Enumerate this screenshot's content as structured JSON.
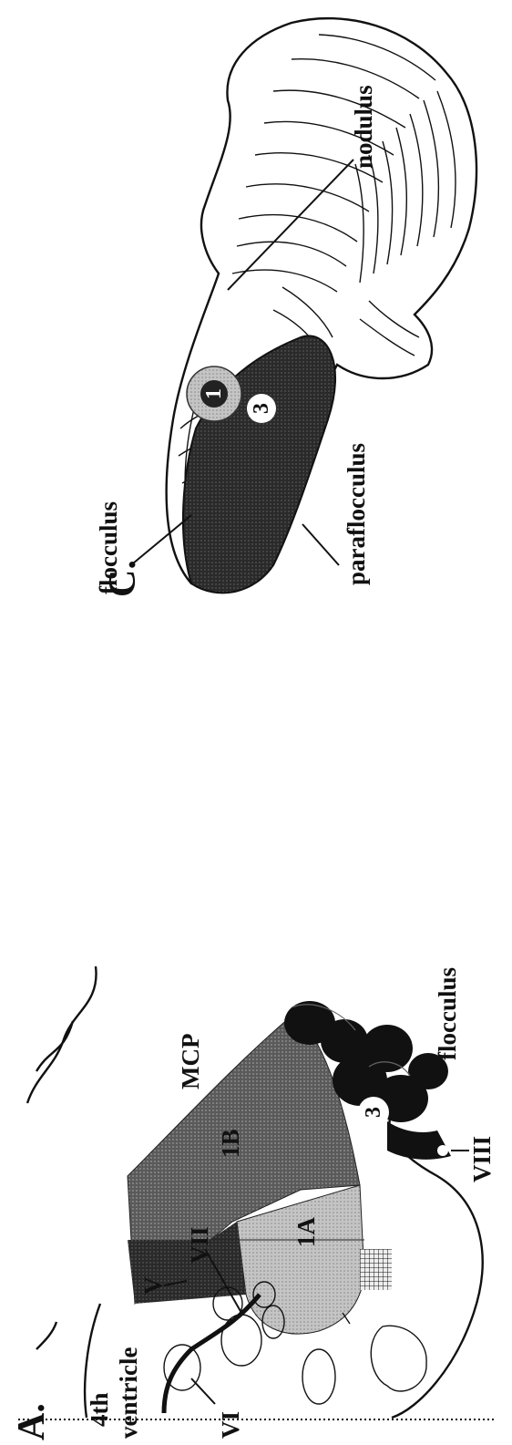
{
  "panel_c": {
    "letter": "C.",
    "labels": {
      "flocculus": "flocculus",
      "paraflocculus": "paraflocculus",
      "nodulus": "nodulus"
    },
    "regions": {
      "r1": "1",
      "r3": "3"
    }
  },
  "panel_a": {
    "letter": "A.",
    "labels": {
      "vi": "VI",
      "fourth_ventricle_line1": "4th",
      "fourth_ventricle_line2": "ventricle",
      "v": "V",
      "vii": "VII",
      "mcp": "MCP",
      "viii": "VIII",
      "flocculus": "flocculus"
    },
    "regions": {
      "ia": "1A",
      "ib": "1B",
      "r3": "3"
    }
  }
}
